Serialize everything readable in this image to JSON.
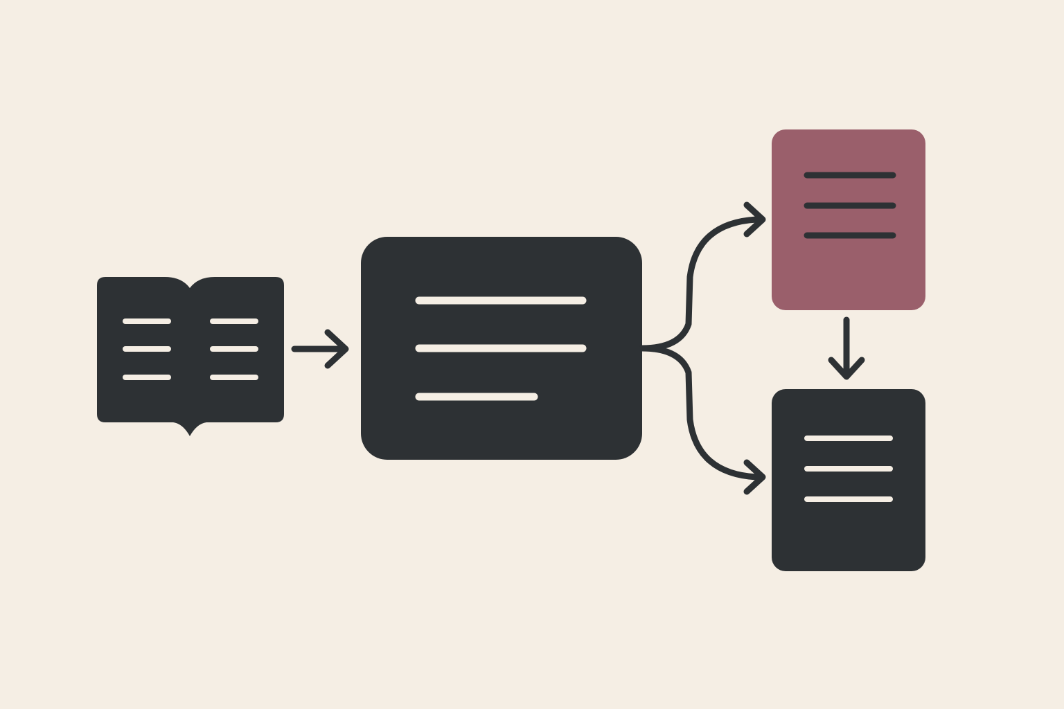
{
  "colors": {
    "background": "#f5eee4",
    "dark": "#2d3134",
    "accent": "#9a5f6b",
    "line": "#f5eee4"
  },
  "nodes": [
    {
      "id": "source-book",
      "icon": "open-book-icon",
      "fill": "dark"
    },
    {
      "id": "processing-block",
      "icon": "text-block-icon",
      "fill": "dark"
    },
    {
      "id": "output-document-highlighted",
      "icon": "document-icon",
      "fill": "accent"
    },
    {
      "id": "output-document",
      "icon": "document-icon",
      "fill": "dark"
    }
  ],
  "edges": [
    {
      "from": "source-book",
      "to": "processing-block"
    },
    {
      "from": "processing-block",
      "to": "output-document-highlighted"
    },
    {
      "from": "processing-block",
      "to": "output-document"
    },
    {
      "from": "output-document-highlighted",
      "to": "output-document"
    }
  ]
}
